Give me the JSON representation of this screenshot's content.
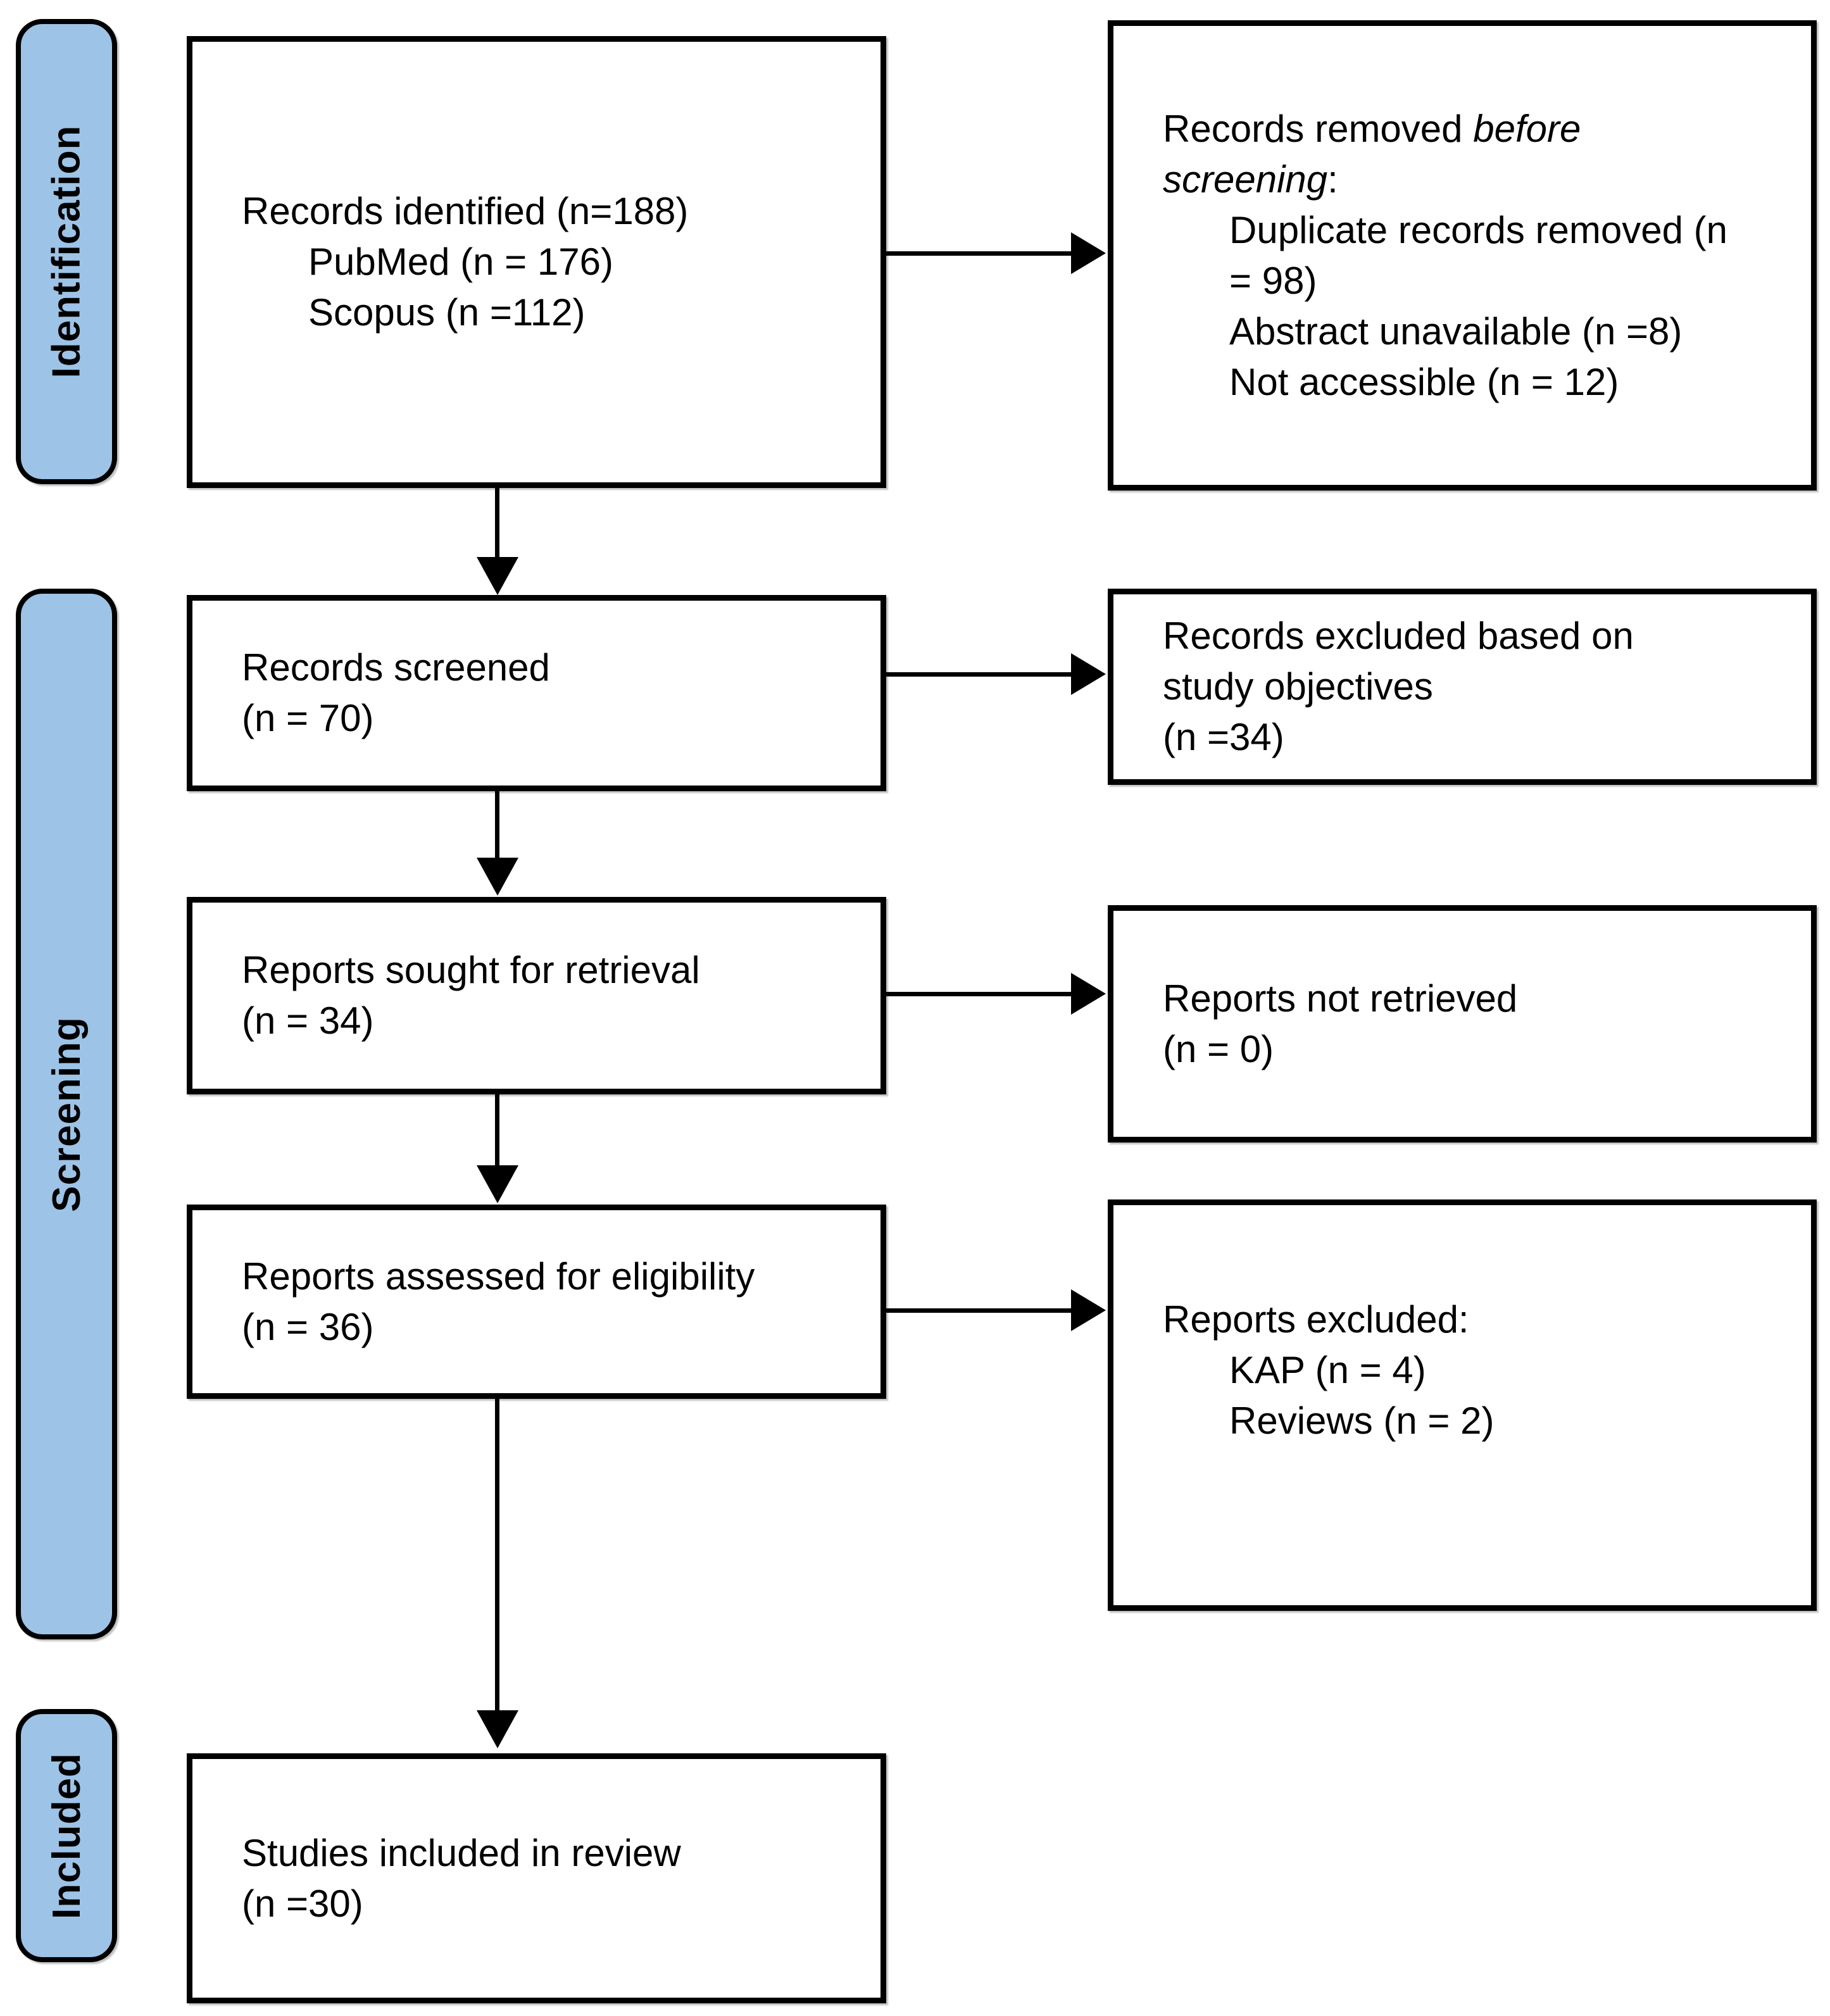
{
  "diagram": {
    "stages": [
      {
        "label": "Identification"
      },
      {
        "label": "Screening"
      },
      {
        "label": "Included"
      }
    ],
    "boxes": {
      "records_identified": {
        "lines": [
          {
            "indent": 0,
            "segments": [
              {
                "text": "Records identified (n=188)",
                "italic": false
              }
            ]
          },
          {
            "indent": 1,
            "segments": [
              {
                "text": "PubMed (n = 176)",
                "italic": false
              }
            ]
          },
          {
            "indent": 1,
            "segments": [
              {
                "text": "Scopus (n =112)",
                "italic": false
              }
            ]
          }
        ]
      },
      "records_removed": {
        "lines": [
          {
            "indent": 0,
            "segments": [
              {
                "text": "Records removed ",
                "italic": false
              },
              {
                "text": "before",
                "italic": true
              }
            ]
          },
          {
            "indent": 0,
            "segments": [
              {
                "text": "screening",
                "italic": true
              },
              {
                "text": ":",
                "italic": false
              }
            ]
          },
          {
            "indent": 1,
            "segments": [
              {
                "text": "Duplicate records removed (n",
                "italic": false
              }
            ]
          },
          {
            "indent": 1,
            "segments": [
              {
                "text": "= 98)",
                "italic": false
              }
            ]
          },
          {
            "indent": 1,
            "segments": [
              {
                "text": "Abstract unavailable (n =8)",
                "italic": false
              }
            ]
          },
          {
            "indent": 1,
            "segments": [
              {
                "text": "Not accessible (n = 12)",
                "italic": false
              }
            ]
          }
        ]
      },
      "records_screened": {
        "lines": [
          {
            "indent": 0,
            "segments": [
              {
                "text": "Records screened",
                "italic": false
              }
            ]
          },
          {
            "indent": 0,
            "segments": [
              {
                "text": "(n = 70)",
                "italic": false
              }
            ]
          }
        ]
      },
      "records_excluded": {
        "lines": [
          {
            "indent": 0,
            "segments": [
              {
                "text": "Records excluded based on",
                "italic": false
              }
            ]
          },
          {
            "indent": 0,
            "segments": [
              {
                "text": "study objectives",
                "italic": false
              }
            ]
          },
          {
            "indent": 0,
            "segments": [
              {
                "text": "(n =34)",
                "italic": false
              }
            ]
          }
        ]
      },
      "reports_sought": {
        "lines": [
          {
            "indent": 0,
            "segments": [
              {
                "text": "Reports sought for retrieval",
                "italic": false
              }
            ]
          },
          {
            "indent": 0,
            "segments": [
              {
                "text": "(n = 34)",
                "italic": false
              }
            ]
          }
        ]
      },
      "reports_not_retrieved": {
        "lines": [
          {
            "indent": 0,
            "segments": [
              {
                "text": "Reports not retrieved",
                "italic": false
              }
            ]
          },
          {
            "indent": 0,
            "segments": [
              {
                "text": "(n = 0)",
                "italic": false
              }
            ]
          }
        ]
      },
      "reports_assessed": {
        "lines": [
          {
            "indent": 0,
            "segments": [
              {
                "text": "Reports assessed for eligibility",
                "italic": false
              }
            ]
          },
          {
            "indent": 0,
            "segments": [
              {
                "text": "(n = 36)",
                "italic": false
              }
            ]
          }
        ]
      },
      "reports_excluded": {
        "lines": [
          {
            "indent": 0,
            "segments": [
              {
                "text": "Reports excluded:",
                "italic": false
              }
            ]
          },
          {
            "indent": 1,
            "segments": [
              {
                "text": "KAP (n = 4)",
                "italic": false
              }
            ]
          },
          {
            "indent": 1,
            "segments": [
              {
                "text": "Reviews (n = 2)",
                "italic": false
              }
            ]
          }
        ]
      },
      "studies_included": {
        "lines": [
          {
            "indent": 0,
            "segments": [
              {
                "text": "Studies included in review",
                "italic": false
              }
            ]
          },
          {
            "indent": 0,
            "segments": [
              {
                "text": "(n =30)",
                "italic": false
              }
            ]
          }
        ]
      }
    },
    "colors": {
      "stage_fill": "#9DC3E6",
      "box_border": "#000000",
      "background": "#FFFFFF"
    }
  }
}
